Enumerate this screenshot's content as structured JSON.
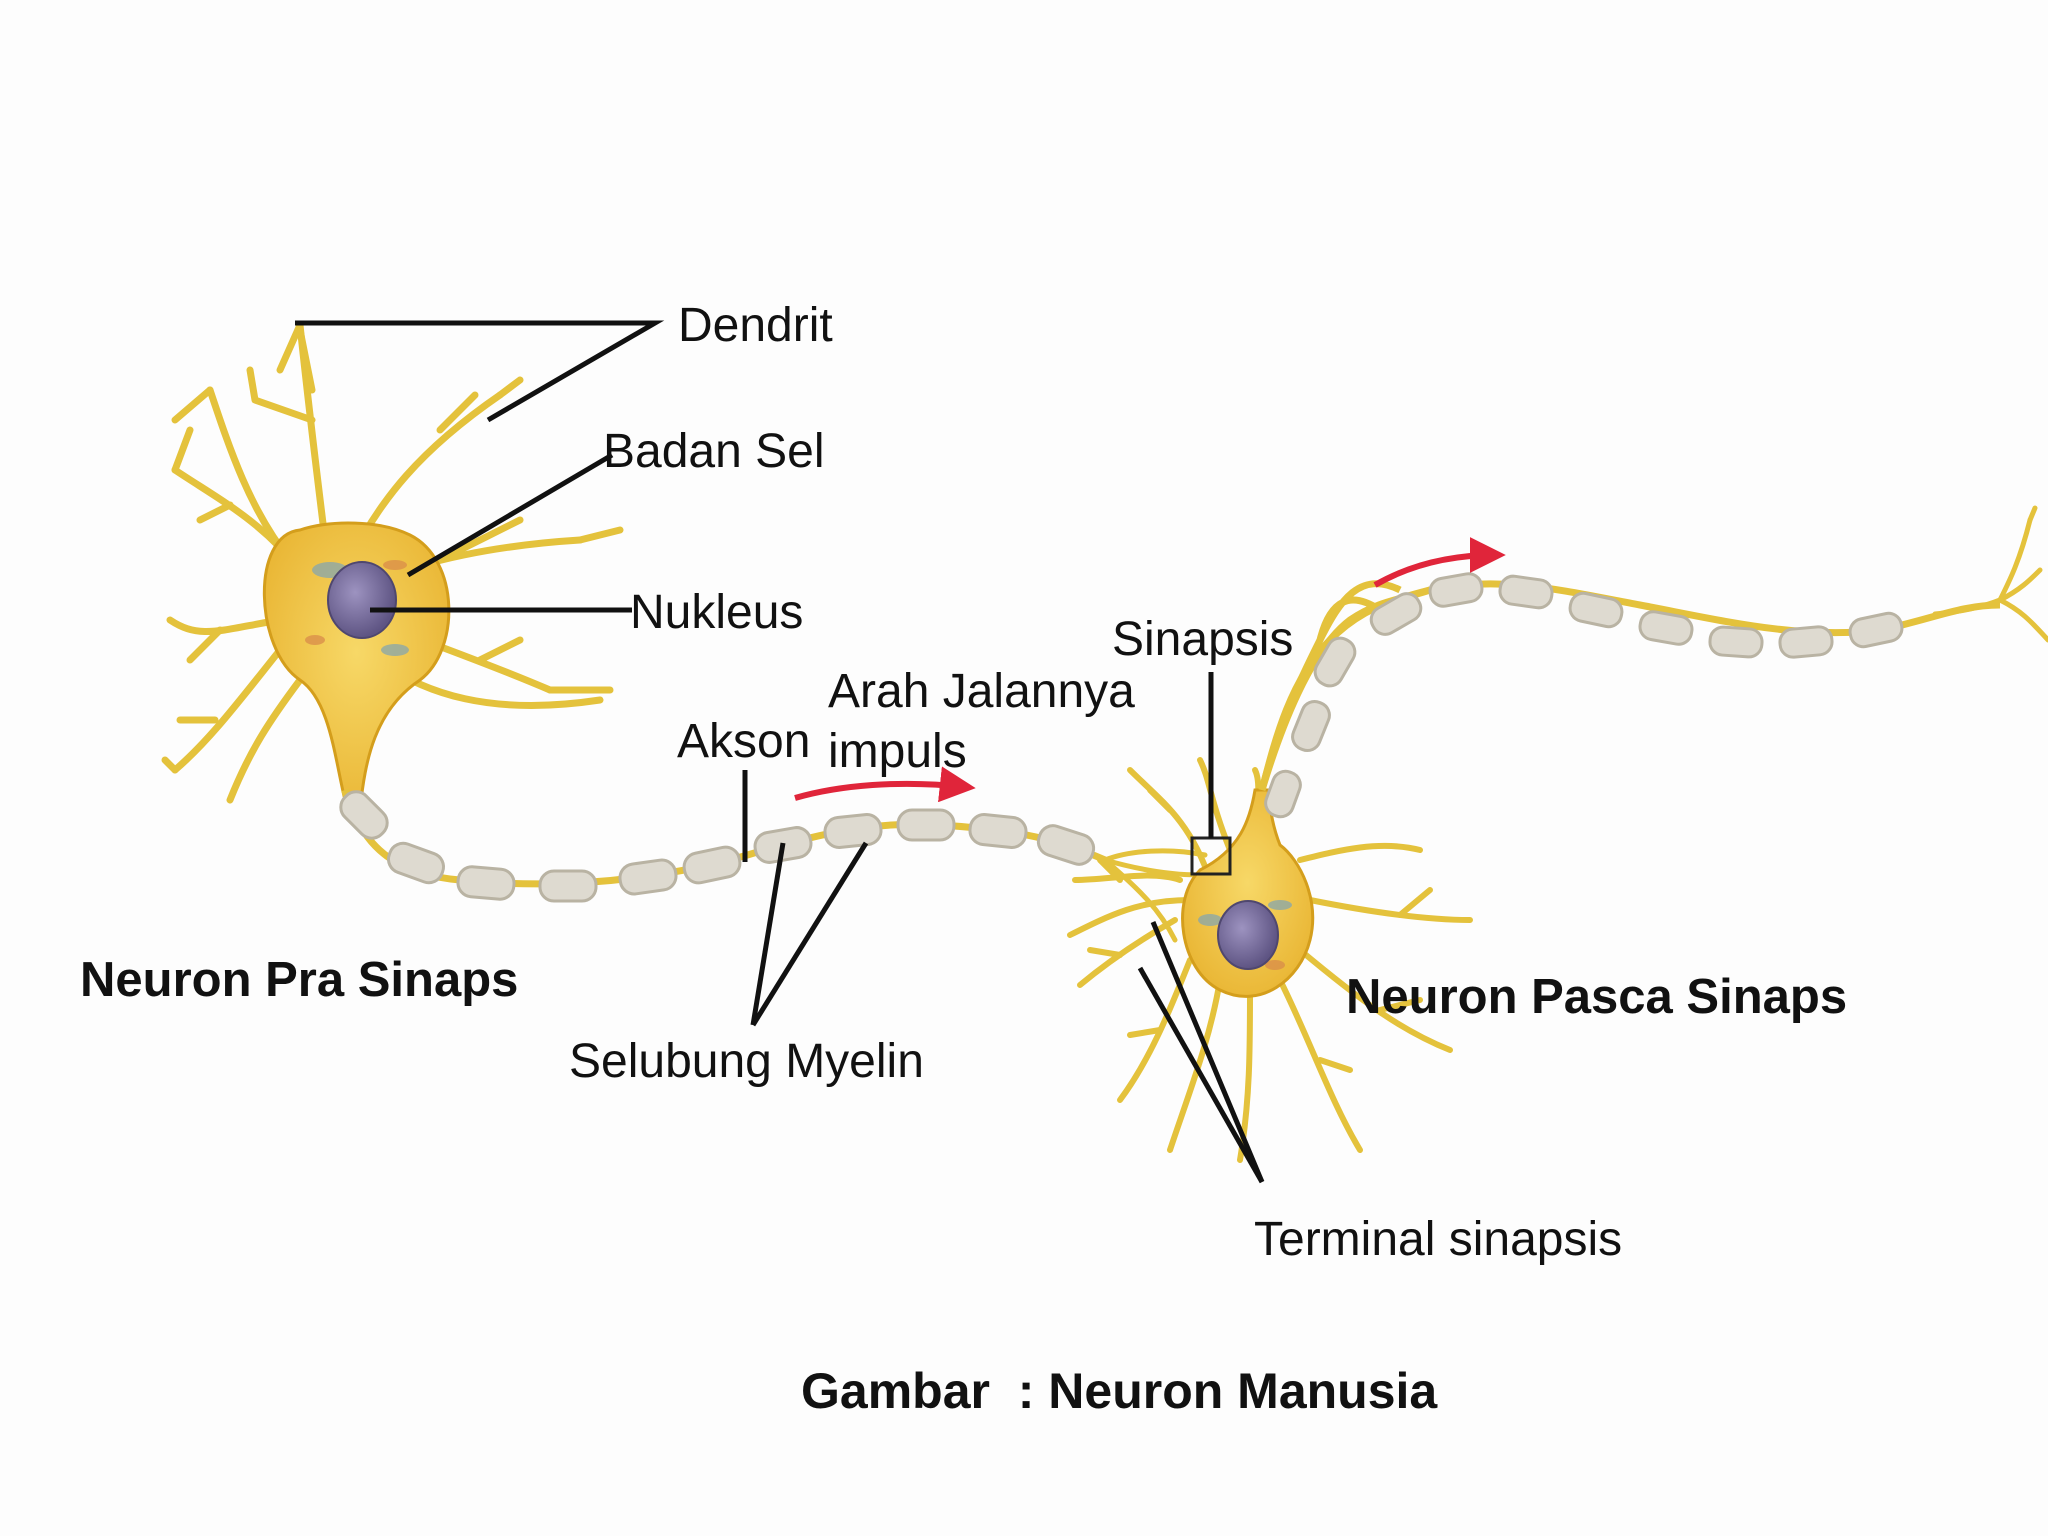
{
  "colors": {
    "background": "#fdfdfd",
    "neuron_fill": "#f2c542",
    "neuron_edge": "#d49e1c",
    "dendrite": "#e4c23c",
    "nucleus": "#7a6f9e",
    "myelin": "#dedad0",
    "myelin_edge": "#b9b3a3",
    "impulse_arrow": "#e0253a",
    "leader_line": "#111111"
  },
  "labels": {
    "dendrit": "Dendrit",
    "badan_sel": "Badan Sel",
    "nukleus": "Nukleus",
    "sinapsis": "Sinapsis",
    "arah_line1": "Arah Jalannya",
    "arah_line2": "impuls",
    "akson": "Akson",
    "neuron_pra": "Neuron Pra Sinaps",
    "neuron_pasca": "Neuron Pasca Sinaps",
    "selubung": "Selubung Myelin",
    "terminal": "Terminal sinapsis"
  },
  "caption": "Gambar  : Neuron Manusia"
}
